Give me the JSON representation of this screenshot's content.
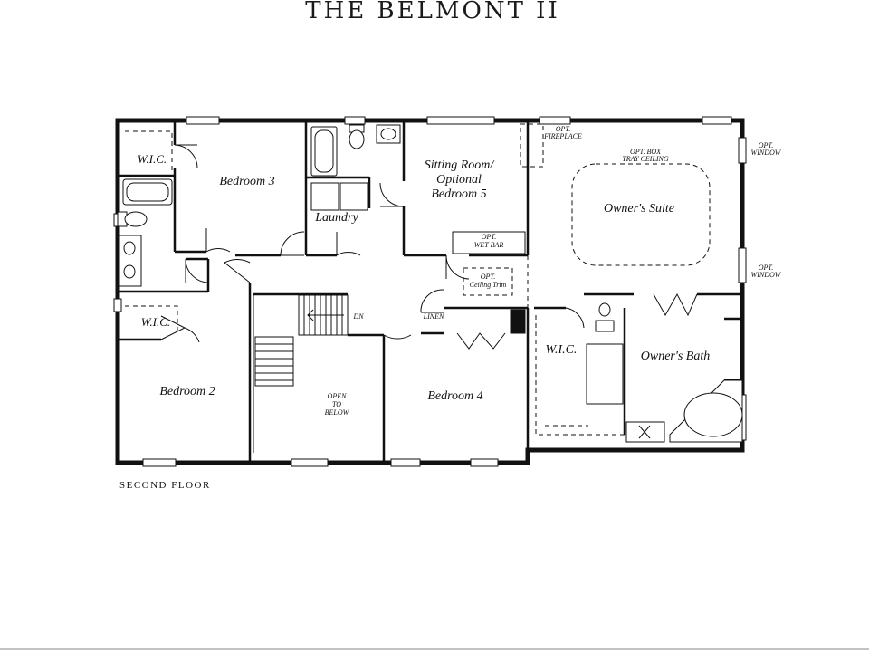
{
  "title": "THE BELMONT II",
  "caption": "SECOND FLOOR",
  "rooms": {
    "wic_upper_left": "W.I.C.",
    "bedroom3": "Bedroom 3",
    "laundry": "Laundry",
    "sitting_line1": "Sitting Room/",
    "sitting_line2": "Optional",
    "sitting_line3": "Bedroom 5",
    "owners_suite": "Owner's Suite",
    "wic_left": "W.I.C.",
    "bedroom2": "Bedroom 2",
    "bedroom4": "Bedroom 4",
    "wic_owner": "W.I.C.",
    "owners_bath": "Owner's Bath"
  },
  "notes": {
    "opt_fireplace_1": "OPT.",
    "opt_fireplace_2": "FIREPLACE",
    "opt_box_1": "OPT. BOX",
    "opt_box_2": "TRAY CEILING",
    "opt_window_top_1": "OPT.",
    "opt_window_top_2": "WINDOW",
    "opt_window_bot_1": "OPT.",
    "opt_window_bot_2": "WINDOW",
    "opt_wetbar_1": "OPT.",
    "opt_wetbar_2": "WET BAR",
    "opt_ceiling_1": "OPT.",
    "opt_ceiling_2": "Ceiling Trim",
    "linen": "LINEN",
    "dn": "DN",
    "open_1": "OPEN",
    "open_2": "TO",
    "open_3": "BELOW"
  }
}
